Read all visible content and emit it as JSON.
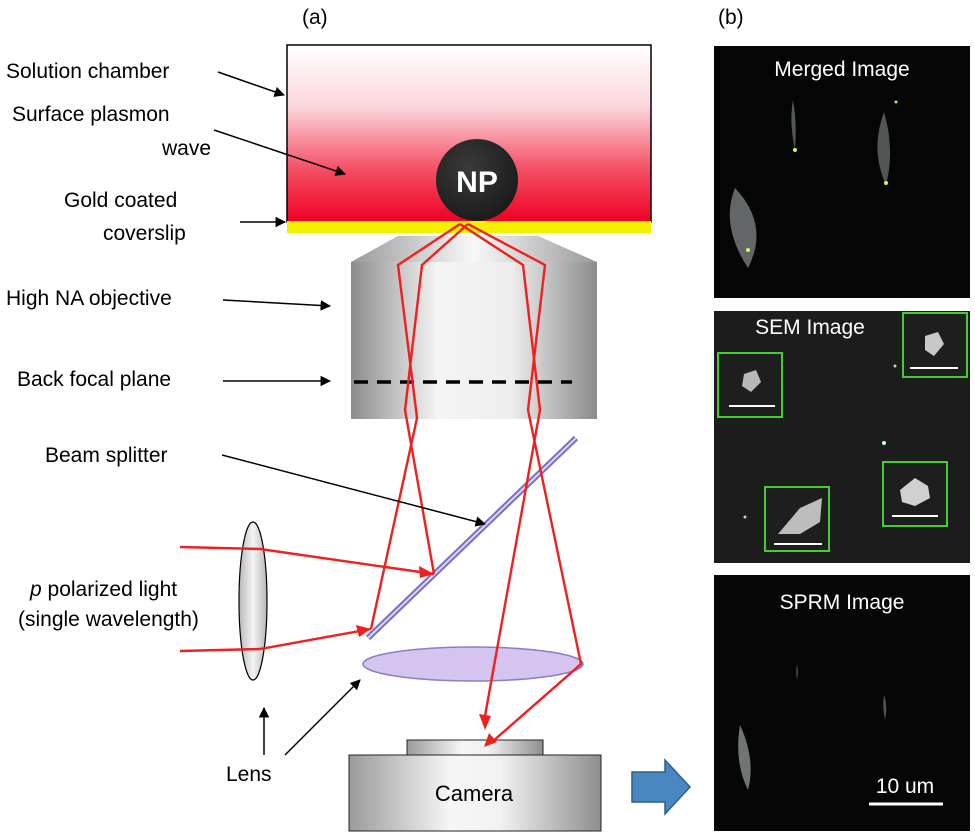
{
  "panels": {
    "a_label": "(a)",
    "b_label": "(b)"
  },
  "labels": {
    "solution_chamber": "Solution chamber",
    "surface_plasmon_line1": "Surface plasmon",
    "surface_plasmon_line2": "wave",
    "gold_line1": "Gold coated",
    "gold_line2": "coverslip",
    "objective": "High NA objective",
    "back_focal_plane": "Back focal plane",
    "beam_splitter": "Beam splitter",
    "light_p": "p",
    "light_line1_rest": " polarized light",
    "light_line2": "(single wavelength)",
    "lens": "Lens",
    "camera": "Camera",
    "np": "NP"
  },
  "images": {
    "merged": "Merged Image",
    "sem": "SEM Image",
    "sprm": "SPRM Image",
    "scale_bar": "10 um"
  },
  "colors": {
    "chamber_gradient_top": "#ffffff",
    "chamber_gradient_bottom": "#ee0022",
    "gold": "#f5f000",
    "beam": "#ee2020",
    "splitter": "#8a7ec8",
    "lens_fill": "#d8c8f0",
    "inset_border": "#44cc33",
    "arrow_blue": "#4a86c0"
  }
}
